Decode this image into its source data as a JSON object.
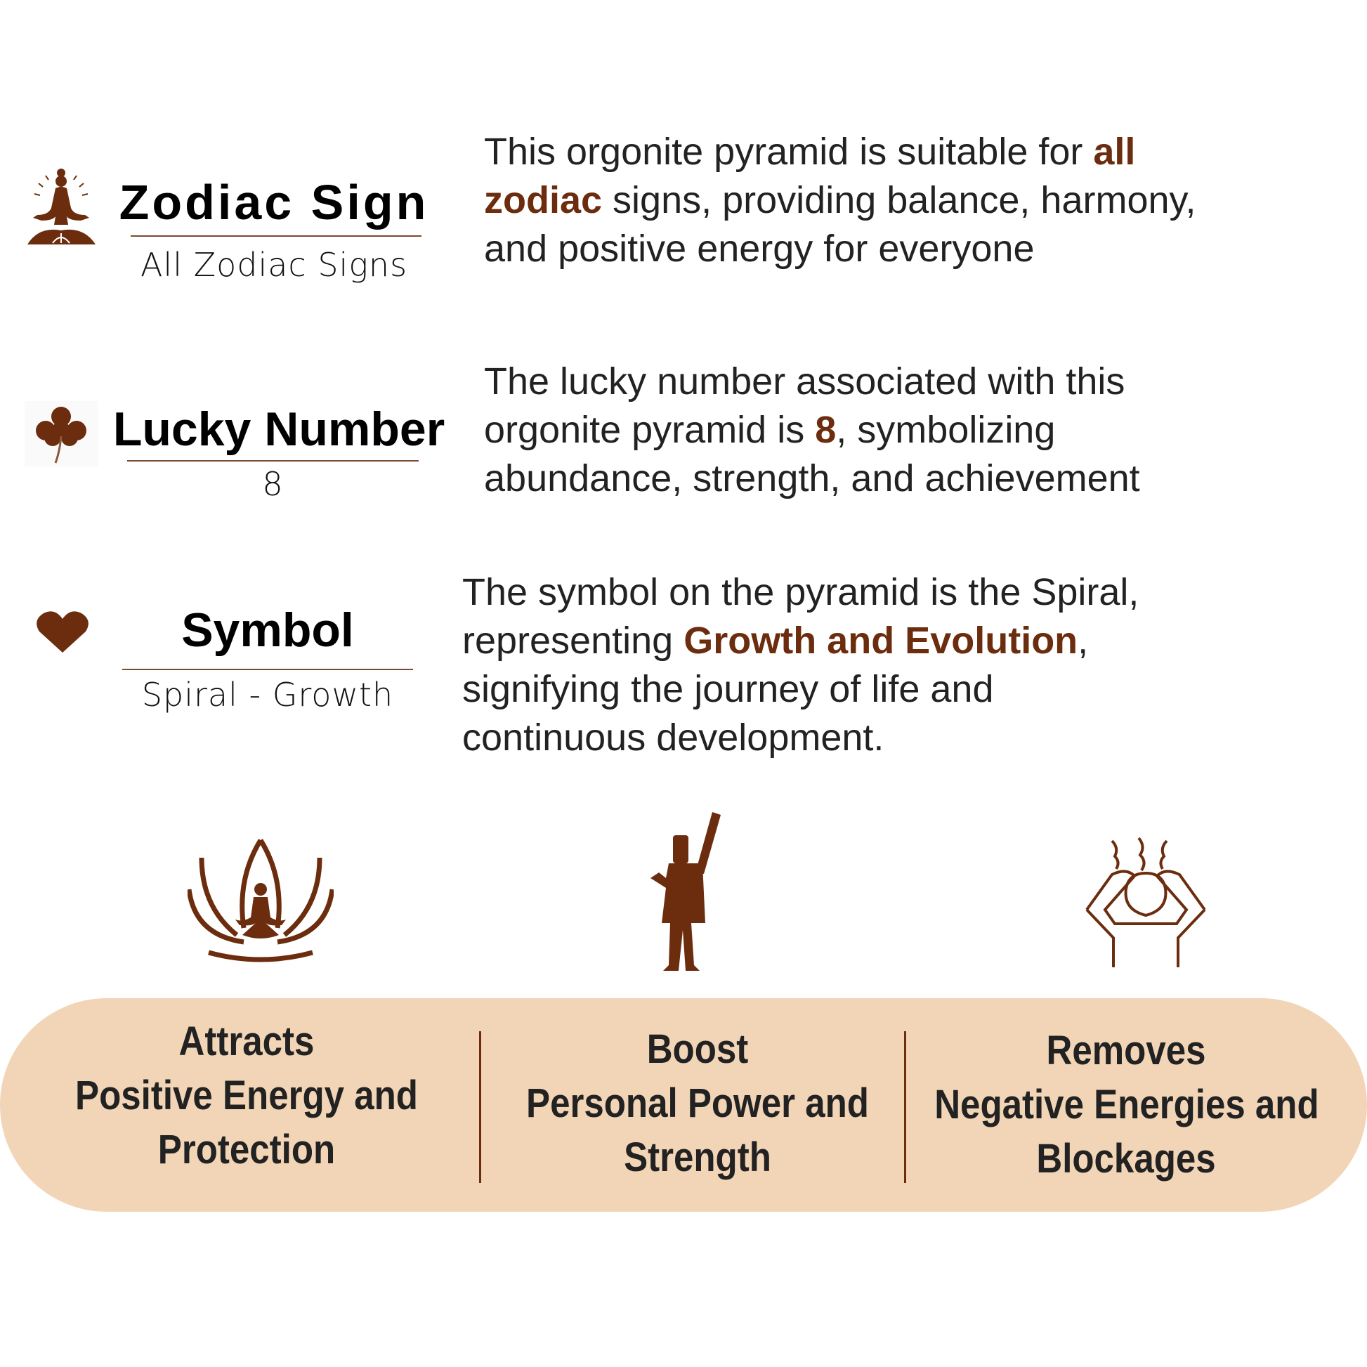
{
  "colors": {
    "brown": "#6b2d0e",
    "pill": "#f2d5b7",
    "text": "#222222"
  },
  "zodiac": {
    "icon": "meditating-figure-icon",
    "title": "Zodiac Sign",
    "value": "All Zodiac Signs",
    "description": [
      [
        {
          "t": "This orgonite pyramid is suitable for "
        },
        {
          "t": "all",
          "hl": true
        }
      ],
      [
        {
          "t": "zodiac",
          "hl": true
        },
        {
          "t": " signs, providing balance, harmony,"
        }
      ],
      [
        {
          "t": "and positive energy for everyone"
        }
      ]
    ]
  },
  "lucky": {
    "icon": "clover-icon",
    "title": "Lucky Number",
    "value": "8",
    "description": [
      [
        {
          "t": "The lucky number associated with this"
        }
      ],
      [
        {
          "t": "orgonite pyramid is "
        },
        {
          "t": "8",
          "hl": true
        },
        {
          "t": ", symbolizing"
        }
      ],
      [
        {
          "t": "abundance, strength, and achievement"
        }
      ]
    ]
  },
  "symbol": {
    "icon": "heart-icon",
    "title": "Symbol",
    "value": "Spiral - Growth",
    "description": [
      [
        {
          "t": "The symbol on the pyramid is the Spiral,"
        }
      ],
      [
        {
          "t": "representing "
        },
        {
          "t": "Growth and Evolution",
          "hl": true
        },
        {
          "t": ","
        }
      ],
      [
        {
          "t": "signifying the journey of life and"
        }
      ],
      [
        {
          "t": "continuous development."
        }
      ]
    ]
  },
  "benefits": [
    {
      "icon": "lotus-meditation-icon",
      "lines": [
        "Attracts",
        "Positive Energy and",
        "Protection"
      ]
    },
    {
      "icon": "raised-fist-man-icon",
      "lines": [
        "Boost",
        "Personal Power and",
        "Strength"
      ]
    },
    {
      "icon": "stressed-head-icon",
      "lines": [
        "Removes",
        "Negative Energies and",
        "Blockages"
      ]
    }
  ]
}
